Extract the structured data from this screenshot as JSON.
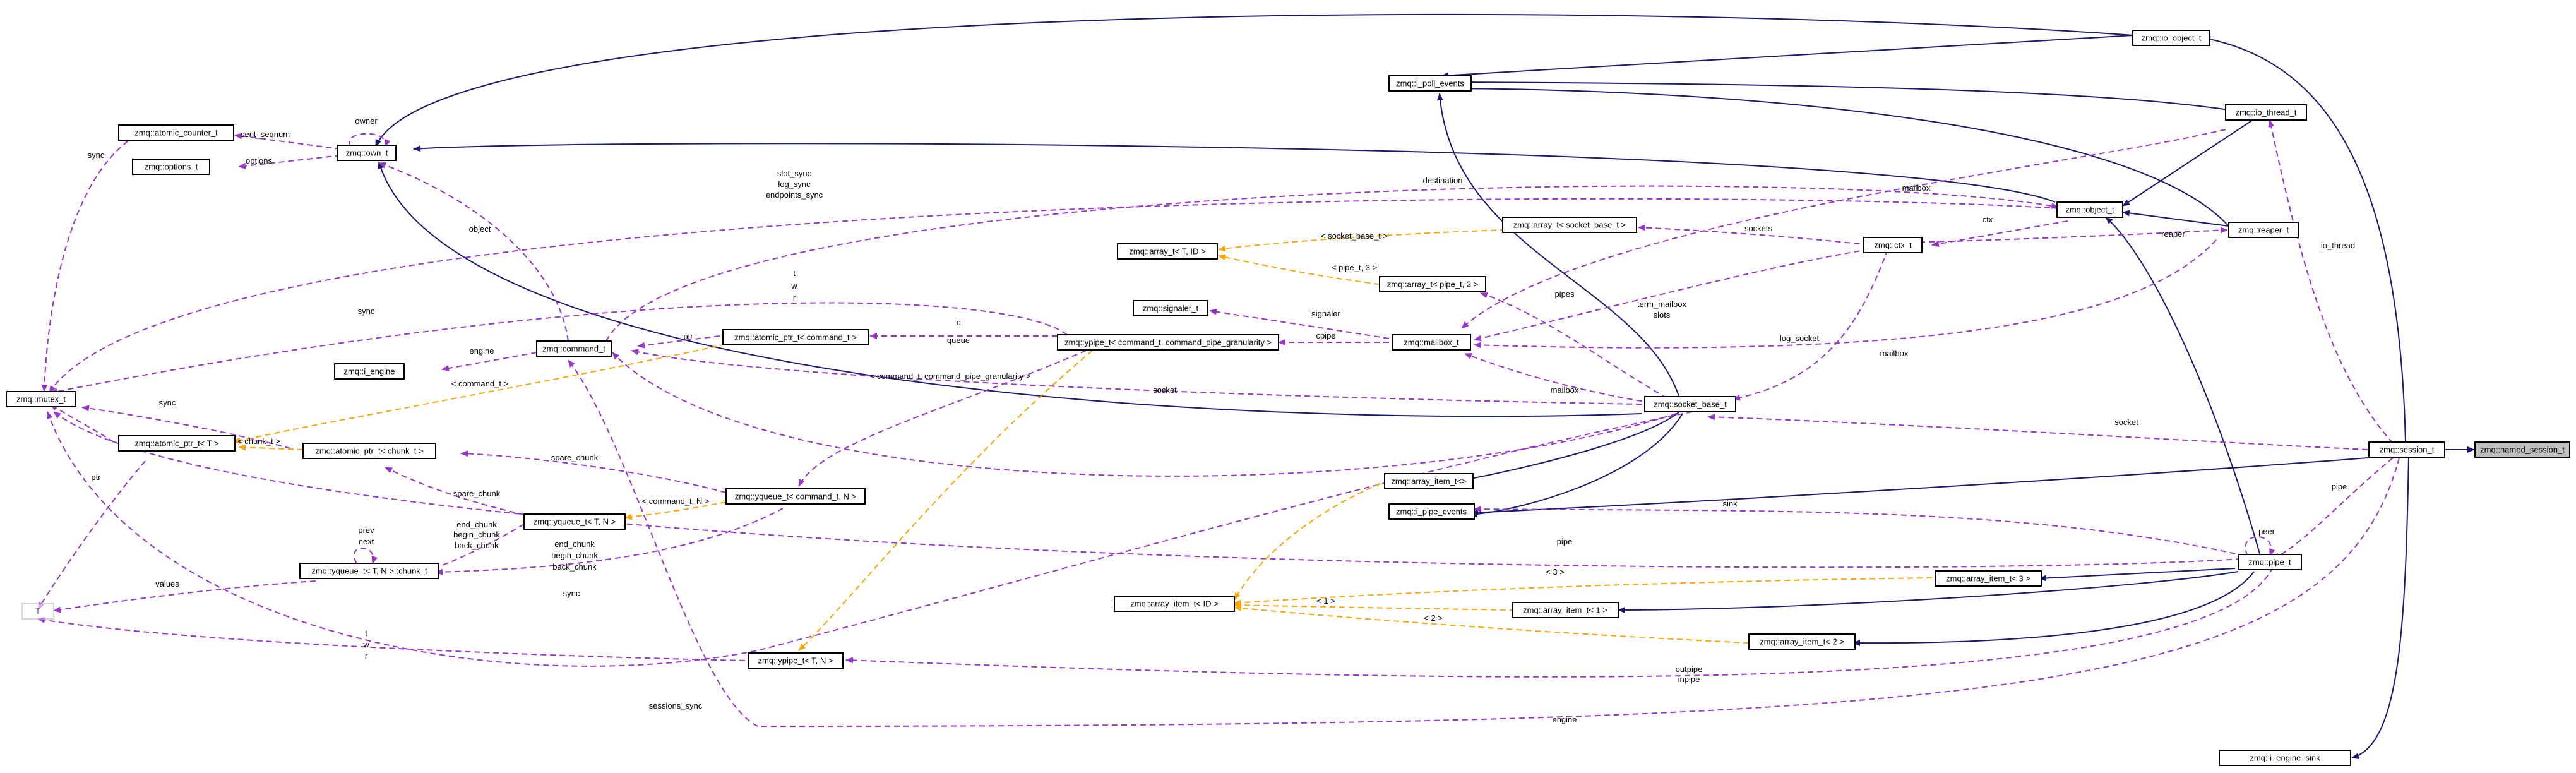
{
  "diagram": {
    "colors": {
      "inherit": "#191970",
      "usage": "#9a32cd",
      "template": "#ffa500",
      "current_fill": "#bfbfbf"
    },
    "nodes": [
      {
        "id": "named_session",
        "label": "zmq::named_session_t"
      },
      {
        "id": "session",
        "label": "zmq::session_t"
      },
      {
        "id": "io_object",
        "label": "zmq::io_object_t"
      },
      {
        "id": "i_poll_events",
        "label": "zmq::i_poll_events"
      },
      {
        "id": "io_thread",
        "label": "zmq::io_thread_t"
      },
      {
        "id": "object",
        "label": "zmq::object_t"
      },
      {
        "id": "reaper",
        "label": "zmq::reaper_t"
      },
      {
        "id": "ctx",
        "label": "zmq::ctx_t"
      },
      {
        "id": "array_socket_base",
        "label": "zmq::array_t< socket_base_t >"
      },
      {
        "id": "array_t_tid",
        "label": "zmq::array_t< T, ID >"
      },
      {
        "id": "array_pipe3",
        "label": "zmq::array_t< pipe_t, 3 >"
      },
      {
        "id": "signaler",
        "label": "zmq::signaler_t"
      },
      {
        "id": "mailbox",
        "label": "zmq::mailbox_t"
      },
      {
        "id": "socket_base",
        "label": "zmq::socket_base_t"
      },
      {
        "id": "atomic_counter",
        "label": "zmq::atomic_counter_t"
      },
      {
        "id": "own",
        "label": "zmq::own_t"
      },
      {
        "id": "options",
        "label": "zmq::options_t"
      },
      {
        "id": "command",
        "label": "zmq::command_t"
      },
      {
        "id": "atomic_ptr_command",
        "label": "zmq::atomic_ptr_t< command_t >"
      },
      {
        "id": "ypipe_command",
        "label": "zmq::ypipe_t< command_t, command_pipe_granularity >"
      },
      {
        "id": "i_engine",
        "label": "zmq::i_engine"
      },
      {
        "id": "mutex",
        "label": "zmq::mutex_t"
      },
      {
        "id": "atomic_ptr_t",
        "label": "zmq::atomic_ptr_t< T >"
      },
      {
        "id": "atomic_ptr_chunk",
        "label": "zmq::atomic_ptr_t< chunk_t >"
      },
      {
        "id": "array_item_empty",
        "label": "zmq::array_item_t<>"
      },
      {
        "id": "i_pipe_events",
        "label": "zmq::i_pipe_events"
      },
      {
        "id": "yqueue_command",
        "label": "zmq::yqueue_t< command_t, N >"
      },
      {
        "id": "yqueue_tn",
        "label": "zmq::yqueue_t< T, N >"
      },
      {
        "id": "chunk",
        "label": "zmq::yqueue_t< T, N >::chunk_t"
      },
      {
        "id": "T",
        "label": "T"
      },
      {
        "id": "array_item_3",
        "label": "zmq::array_item_t< 3 >"
      },
      {
        "id": "array_item_id",
        "label": "zmq::array_item_t< ID >"
      },
      {
        "id": "array_item_1",
        "label": "zmq::array_item_t< 1 >"
      },
      {
        "id": "array_item_2",
        "label": "zmq::array_item_t< 2 >"
      },
      {
        "id": "pipe",
        "label": "zmq::pipe_t"
      },
      {
        "id": "ypipe_tn",
        "label": "zmq::ypipe_t< T, N >"
      },
      {
        "id": "i_engine_sink",
        "label": "zmq::i_engine_sink"
      }
    ],
    "edge_labels": {
      "sent_seqnum": "sent_seqnum",
      "owner": "owner",
      "options": "options",
      "sync_atomic": "sync",
      "destination": "destination",
      "slot_sync": "slot_sync",
      "log_sync": "log_sync",
      "endpoints_sync": "endpoints_sync",
      "object": "object",
      "mailbox_obj": "mailbox",
      "ctx": "ctx",
      "reaper": "reaper",
      "io_thread": "io_thread",
      "sockets": "sockets",
      "socket_base_tmpl": "< socket_base_t >",
      "pipe_3_tmpl": "< pipe_t, 3 >",
      "t": "t",
      "w": "w",
      "r": "r",
      "sync_cmd": "sync",
      "c": "c",
      "signaler": "signaler",
      "cpipe": "cpipe",
      "pipes": "pipes",
      "term_mailbox": "term_mailbox",
      "slots": "slots",
      "log_socket": "log_socket",
      "mailbox_reaper": "mailbox",
      "ptr_cmd": "ptr",
      "queue": "queue",
      "engine_i": "engine",
      "command_tmpl": "< command_t >",
      "cmd_gran_tmpl": "< command_t, command_pipe_granularity >",
      "socket": "socket",
      "mailbox_sock": "mailbox",
      "sync_mutex": "sync",
      "chunk_tmpl": "< chunk_t >",
      "spare_chunk": "spare_chunk",
      "socket_session": "socket",
      "pipe_session": "pipe",
      "ptr_T": "ptr",
      "command_n_tmpl": "< command_t, N >",
      "spare_chunk2": "spare_chunk",
      "end_chunk": "end_chunk",
      "begin_chunk": "begin_chunk",
      "back_chunk": "back_chunk",
      "prev": "prev",
      "next": "next",
      "end_chunk2": "end_chunk",
      "begin_chunk2": "begin_chunk",
      "back_chunk2": "back_chunk",
      "sink": "sink",
      "values": "values",
      "pipe_label": "pipe",
      "peer": "peer",
      "tmpl_3": "< 3 >",
      "tmpl_1": "< 1 >",
      "tmpl_2": "< 2 >",
      "sync_pipe": "sync",
      "t2": "t",
      "w2": "w",
      "r2": "r",
      "outpipe": "outpipe",
      "inpipe": "inpipe",
      "sessions_sync": "sessions_sync",
      "engine": "engine"
    }
  }
}
